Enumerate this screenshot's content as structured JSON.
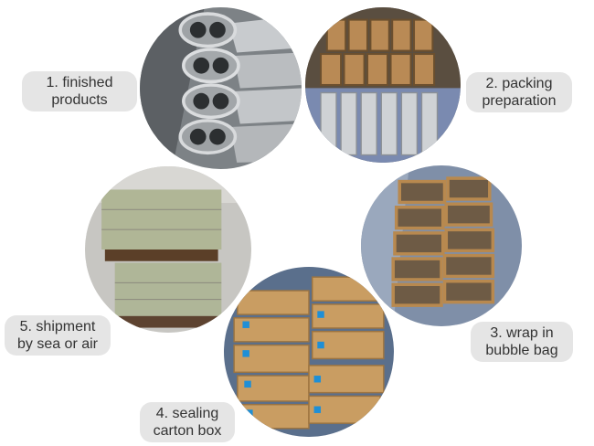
{
  "steps": [
    {
      "line1": "1. finished",
      "line2": "products"
    },
    {
      "line1": "2. packing",
      "line2": "preparation"
    },
    {
      "line1": "3. wrap in",
      "line2": "bubble bag"
    },
    {
      "line1": "4. sealing",
      "line2": "carton box"
    },
    {
      "line1": "5. shipment",
      "line2": "by sea or air"
    }
  ],
  "colors": {
    "label_bg": "#e5e5e5",
    "label_text": "#333333",
    "steel": "#b9bcbf",
    "cardboard": "#c79b64",
    "bubble_wrap": "#a9b7c9",
    "floor_blue": "#5a6f8c",
    "tape_blue": "#1f8fd6"
  }
}
